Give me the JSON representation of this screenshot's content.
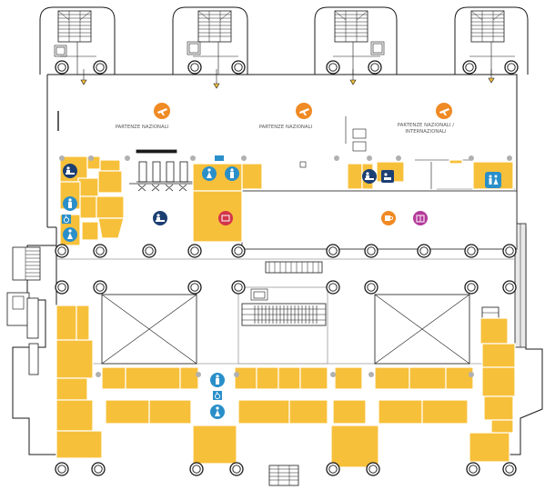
{
  "map": {
    "labels": {
      "departures_left": "PARTENZE NAZIONALI",
      "departures_center": "PARTENZE NAZIONALI",
      "departures_right_line1": "PARTENZE NAZIONALI /",
      "departures_right_line2": "INTERNAZIONALI"
    },
    "icons": {
      "departures": "departures-plane-icon",
      "toilet_men": "men-toilet-icon",
      "toilet_women": "women-toilet-icon",
      "toilet_family": "family-toilet-icon",
      "accessible": "wheelchair-icon",
      "baby_change": "baby-change-icon",
      "info_desk": "information-desk-icon",
      "shop": "shop-icon",
      "cafe": "cafe-icon",
      "pharmacy": "pharmacy-icon"
    }
  },
  "colors": {
    "shop": "#f7c03a",
    "orange_icon": "#f08a24",
    "blue_icon": "#1f6fa8",
    "light_blue_icon": "#2a8fc9",
    "navy_icon": "#1c3f73",
    "red_icon": "#d2344a",
    "magenta_icon": "#b43a9a",
    "wall": "#1a1a1a"
  }
}
